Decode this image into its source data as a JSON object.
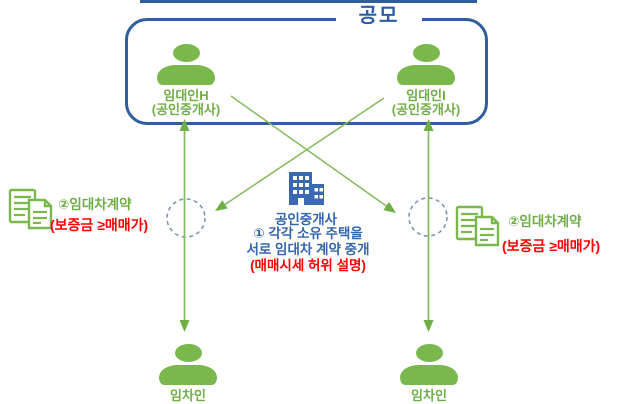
{
  "diagram": {
    "collusion_box": {
      "title": "공모",
      "landlord_left": {
        "name": "임대인H",
        "role": "(공인중개사)"
      },
      "landlord_right": {
        "name": "임대인I",
        "role": "(공인중개사)"
      }
    },
    "broker": {
      "label": "공인중개사",
      "step1_line1": "① 각각 소유 주택을",
      "step1_line2": "서로 임대차 계약 중개",
      "step1_warning": "(매매시세 허위 설명)"
    },
    "contract_left": {
      "label": "②임대차계약",
      "condition": "(보증금 ≥매매가)"
    },
    "contract_right": {
      "label": "②임대차계약",
      "condition": "(보증금 ≥매매가)"
    },
    "tenant_left": {
      "label": "임차인"
    },
    "tenant_right": {
      "label": "임차인"
    },
    "icons": {
      "person": "person-icon",
      "building": "building-icon",
      "document": "documents-icon"
    },
    "colors": {
      "box_blue": "#2e5e9e",
      "text_blue": "#3465ad",
      "icon_green": "#7ab84e",
      "text_green": "#6fae46",
      "line_green": "#85ba60",
      "warning_red": "#fe0000",
      "dashed_circle": "#8494b0"
    }
  }
}
